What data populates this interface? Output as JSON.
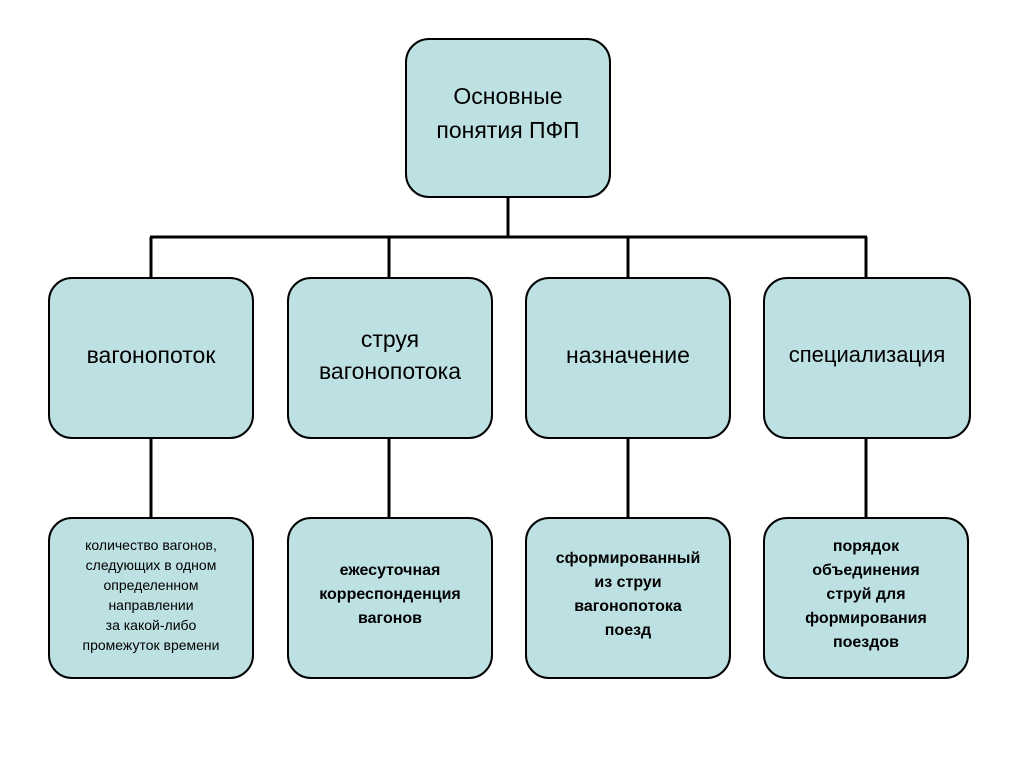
{
  "diagram": {
    "root": {
      "label": "Основные\nпонятия ПФП"
    },
    "concepts": [
      {
        "label": "вагонопоток",
        "detail": "количество вагонов,\nследующих в одном\nопределенном\nнаправлении\nза какой-либо\nпромежуток времени"
      },
      {
        "label": "струя\nвагонопотока",
        "detail": "ежесуточная\nкорреспонденция\nвагонов"
      },
      {
        "label": "назначение",
        "detail": "сформированный\nиз струи\nвагонопотока\nпоезд"
      },
      {
        "label": "специализация",
        "detail": "порядок\nобъединения\nструй для\nформирования\nпоездов"
      }
    ],
    "colors": {
      "box_fill": "#bde0e2",
      "box_border": "#000000",
      "connector": "#000000"
    }
  }
}
